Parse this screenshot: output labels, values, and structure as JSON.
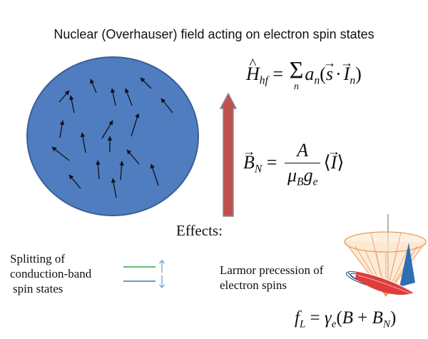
{
  "title": "Nuclear (Overhauser) field acting on electron spin states",
  "effects_label": "Effects:",
  "splitting_label": [
    "Splitting of",
    "conduction-band",
    "spin states"
  ],
  "larmor_label": [
    "Larmor precession of",
    "electron spins"
  ],
  "equations": {
    "hamiltonian": {
      "H": "H",
      "H_sub": "hf",
      "equals": "=",
      "sum_index": "n",
      "a": "a",
      "a_sub": "n",
      "s": "s",
      "dot": "·",
      "I": "I",
      "I_sub": "n"
    },
    "field": {
      "B": "B",
      "B_sub": "N",
      "equals": "=",
      "numerator": "A",
      "mu": "μ",
      "mu_sub": "B",
      "g": "g",
      "g_sub": "e",
      "I": "I"
    },
    "larmor": {
      "f": "f",
      "f_sub": "L",
      "equals": "=",
      "gamma": "γ",
      "gamma_sub": "e",
      "B": "B",
      "plus": "+",
      "BN": "B",
      "BN_sub": "N"
    }
  },
  "colors": {
    "ellipse_fill": "#4f7dc0",
    "ellipse_stroke": "#3a5f96",
    "field_arrow": "#c0504d",
    "field_arrow_outline": "#8a8a9a",
    "split_upper_line": "#2ea84a",
    "split_lower_line": "#4472c4",
    "split_arrows": "#5b9bd5",
    "cone": "#f4a261",
    "spin_arrow": "#e03c3c",
    "spin_tip": "#2e6fb3"
  }
}
